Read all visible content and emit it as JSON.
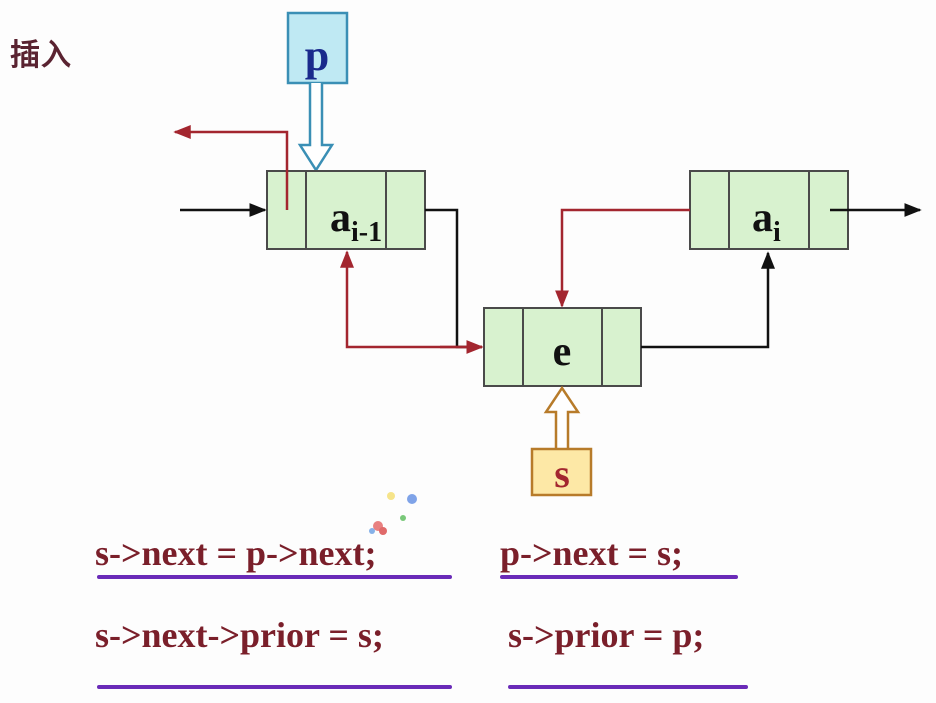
{
  "title": "插入",
  "pointers": {
    "p": "p",
    "s": "s"
  },
  "nodes": {
    "left": {
      "base": "a",
      "sub": "i-1"
    },
    "middle": {
      "base": "e"
    },
    "right": {
      "base": "a",
      "sub": "i"
    }
  },
  "code": {
    "line1_left": "s->next = p->next;",
    "line1_right": "p->next = s;",
    "line2_left": "s->next->prior = s;",
    "line2_right": "s->prior = p;"
  },
  "colors": {
    "node_fill": "#d8f2cf",
    "node_border": "#4a4a4a",
    "red_arrow": "#a3262f",
    "black_arrow": "#111111",
    "p_fill": "#bfe9f3",
    "p_border": "#3a8fb5",
    "s_fill": "#fde8a6",
    "s_border": "#b77b2a",
    "underline": "#6a2bb8",
    "code_text": "#7a1f2a"
  }
}
